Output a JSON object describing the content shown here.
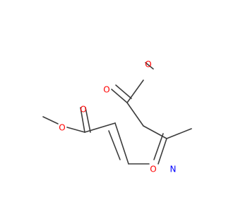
{
  "molecule": {
    "atoms": {
      "ring_oxygen": {
        "label": "O",
        "color": "#ff0000"
      },
      "ring_nitrogen": {
        "label": "N",
        "color": "#0000ff"
      },
      "ester_top_carbonyl_oxygen": {
        "label": "O",
        "color": "#ff0000"
      },
      "ester_top_ether_oxygen": {
        "label": "O",
        "color": "#ff0000"
      },
      "ester_left_carbonyl_oxygen": {
        "label": "O",
        "color": "#ff0000"
      },
      "ester_left_ether_oxygen": {
        "label": "O",
        "color": "#ff0000"
      }
    },
    "bond_color": "#3c3c3c",
    "background": "#ffffff"
  }
}
